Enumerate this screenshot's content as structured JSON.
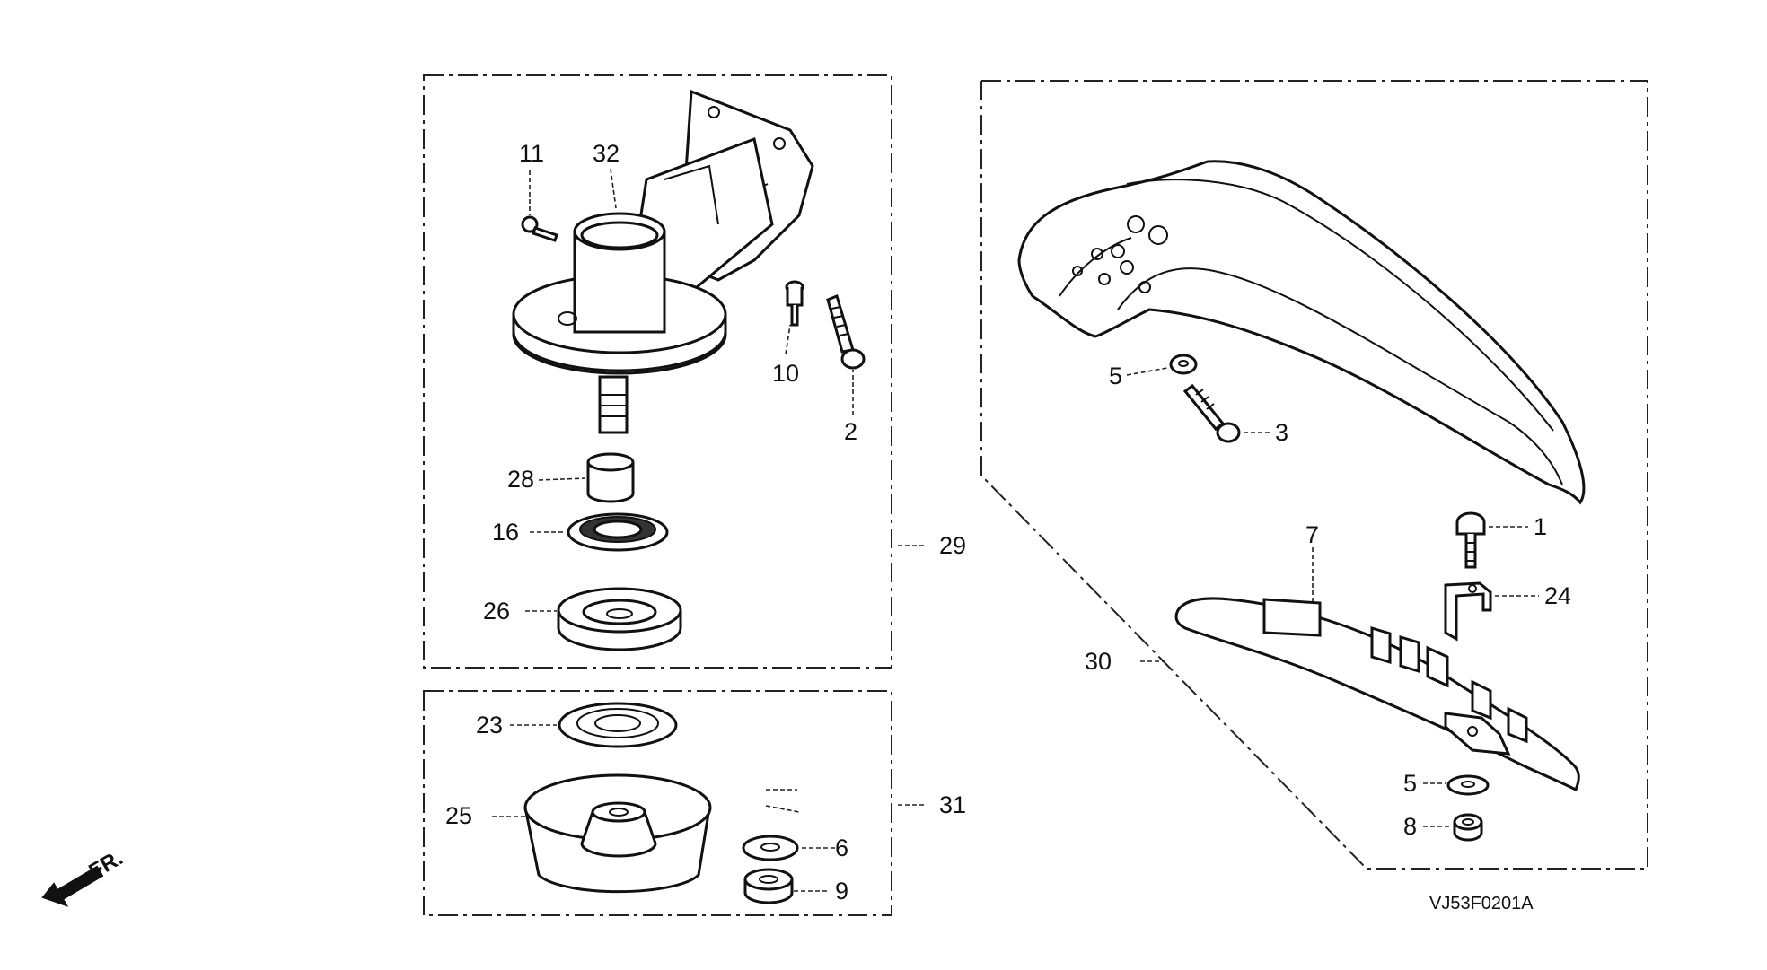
{
  "diagram": {
    "callouts": {
      "p1": "1",
      "p2": "2",
      "p3": "3",
      "p5a": "5",
      "p5b": "5",
      "p6": "6",
      "p7": "7",
      "p8": "8",
      "p9": "9",
      "p10": "10",
      "p11": "11",
      "p16": "16",
      "p23": "23",
      "p24": "24",
      "p25": "25",
      "p26": "26",
      "p28": "28",
      "p29": "29",
      "p30": "30",
      "p31": "31",
      "p32": "32"
    },
    "front_marker": "FR.",
    "drawing_code": "VJ53F0201A"
  }
}
